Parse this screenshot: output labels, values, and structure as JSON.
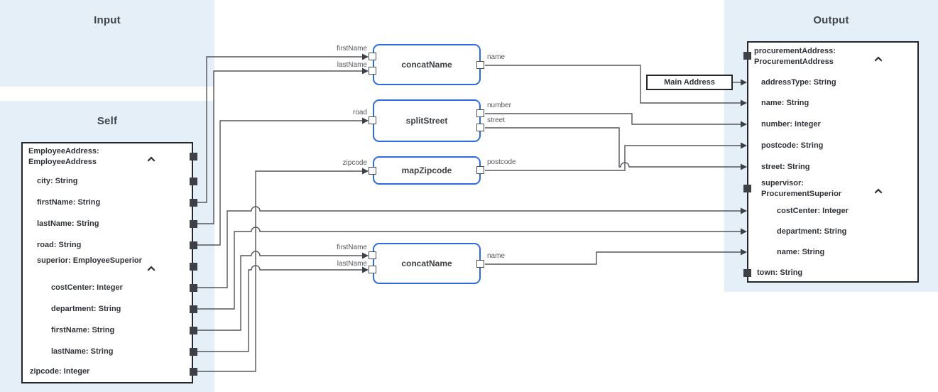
{
  "panels": {
    "input": "Input",
    "self": "Self",
    "output": "Output"
  },
  "source": {
    "root": "EmployeeAddress: EmployeeAddress",
    "city": "city: String",
    "firstName": "firstName: String",
    "lastName": "lastName: String",
    "road": "road: String",
    "superior": "superior: EmployeeSuperior",
    "superior_costCenter": "costCenter: Integer",
    "superior_department": "department: String",
    "superior_firstName": "firstName: String",
    "superior_lastName": "lastName: String",
    "zipcode": "zipcode: Integer"
  },
  "target": {
    "root": "procurementAddress: ProcurementAddress",
    "addressType": "addressType: String",
    "name": "name: String",
    "number": "number: Integer",
    "postcode": "postcode: String",
    "street": "street: String",
    "supervisor": "supervisor: ProcurementSuperior",
    "supervisor_costCenter": "costCenter: Integer",
    "supervisor_department": "department: String",
    "supervisor_name": "name: String",
    "town": "town: String"
  },
  "transforms": {
    "concatName1": {
      "label": "concatName",
      "inputs": [
        "firstName",
        "lastName"
      ],
      "output": "name"
    },
    "splitStreet": {
      "label": "splitStreet",
      "input": "road",
      "outputs": [
        "number",
        "street"
      ]
    },
    "mapZipcode": {
      "label": "mapZipcode",
      "input": "zipcode",
      "output": "postcode"
    },
    "concatName2": {
      "label": "concatName",
      "inputs": [
        "firstName",
        "lastName"
      ],
      "output": "name"
    }
  },
  "constant": {
    "main_address": "Main Address"
  },
  "icons": {
    "collapse": "chevron-up"
  },
  "connections": [
    {
      "from": "EmployeeAddress.firstName",
      "to": "concatName#1.firstName"
    },
    {
      "from": "EmployeeAddress.lastName",
      "to": "concatName#1.lastName"
    },
    {
      "from": "EmployeeAddress.road",
      "to": "splitStreet.road"
    },
    {
      "from": "EmployeeAddress.zipcode",
      "to": "mapZipcode.zipcode"
    },
    {
      "from": "EmployeeAddress.superior.costCenter",
      "to": "procurementAddress.supervisor.costCenter"
    },
    {
      "from": "EmployeeAddress.superior.department",
      "to": "procurementAddress.supervisor.department"
    },
    {
      "from": "EmployeeAddress.superior.firstName",
      "to": "concatName#2.firstName"
    },
    {
      "from": "EmployeeAddress.superior.lastName",
      "to": "concatName#2.lastName"
    },
    {
      "from": "concatName#1.name",
      "to": "procurementAddress.name"
    },
    {
      "from": "splitStreet.number",
      "to": "procurementAddress.number"
    },
    {
      "from": "splitStreet.street",
      "to": "procurementAddress.street"
    },
    {
      "from": "mapZipcode.postcode",
      "to": "procurementAddress.postcode"
    },
    {
      "from": "concatName#2.name",
      "to": "procurementAddress.supervisor.name"
    },
    {
      "from": "constant.MainAddress",
      "to": "procurementAddress.addressType"
    }
  ],
  "colors": {
    "panel_bg": "#e4eff8",
    "box_border": "#24282c",
    "transform_border": "#2d6ce0",
    "wire": "#53565b",
    "connector": "#3d4147",
    "text": "#2f3338",
    "port_label": "#55585c"
  }
}
